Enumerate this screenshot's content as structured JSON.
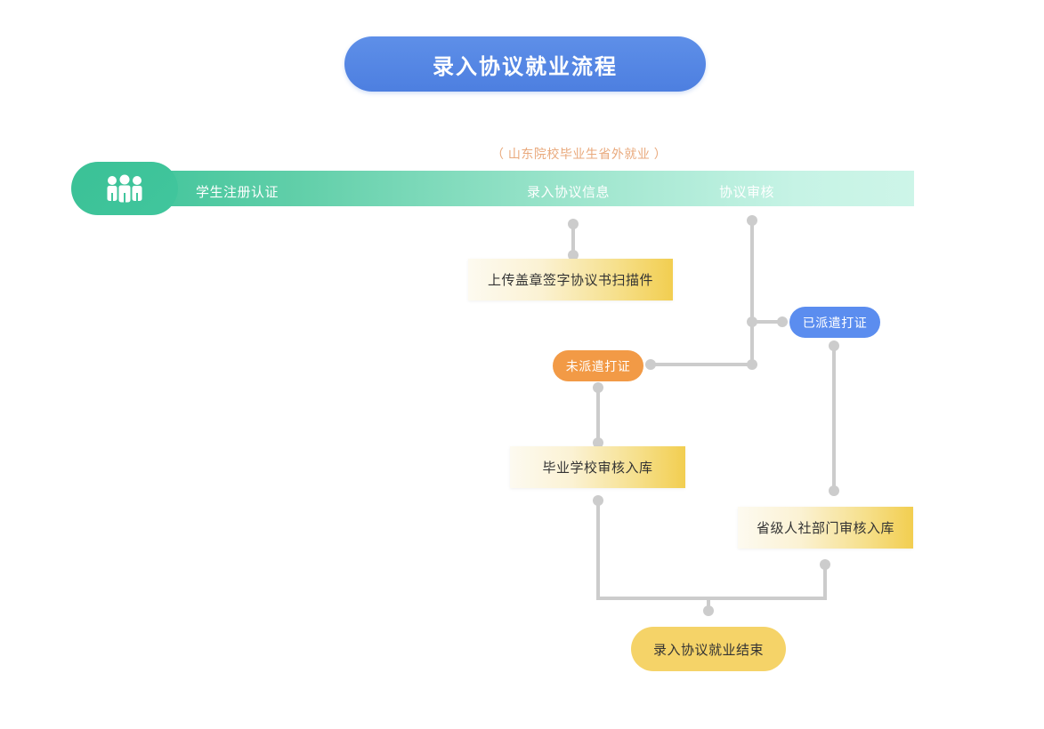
{
  "page": {
    "title_banner": "录入协议就业流程",
    "annotation": "（ 山东院校毕业生省外就业 ）"
  },
  "colors": {
    "title_blue": "#4d7fe0",
    "stage_green_start": "#3fc49a",
    "stage_green_end": "#cdf5e8",
    "annotation_orange": "#e9a97c",
    "box_gold": "#f2ce50",
    "box_cream": "#fdfaf0",
    "pill_orange": "#f29a46",
    "pill_blue": "#5b8def",
    "pill_yellow": "#f5d368",
    "connector_gray": "#cccccc",
    "text_dark": "#333333"
  },
  "stage_bar": {
    "icon": "people-group-icon",
    "stages": [
      {
        "label": "学生注册认证"
      },
      {
        "label": "录入协议信息"
      },
      {
        "label": "协议审核"
      }
    ]
  },
  "nodes": {
    "upload_scan": "上传盖章签字协议书扫描件",
    "not_dispatched": "未派遣打证",
    "dispatched": "已派遣打证",
    "school_review": "毕业学校审核入库",
    "province_review": "省级人社部门审核入库",
    "end": "录入协议就业结束"
  },
  "chart_data": {
    "type": "diagram",
    "title": "录入协议就业流程",
    "subtitle": "（ 山东院校毕业生省外就业 ）",
    "stages": [
      "学生注册认证",
      "录入协议信息",
      "协议审核"
    ],
    "nodes": [
      {
        "id": "upload_scan",
        "label": "上传盖章签字协议书扫描件",
        "shape": "rect",
        "style": "gold-gradient"
      },
      {
        "id": "not_dispatched",
        "label": "未派遣打证",
        "shape": "pill",
        "style": "orange"
      },
      {
        "id": "dispatched",
        "label": "已派遣打证",
        "shape": "pill",
        "style": "blue"
      },
      {
        "id": "school_review",
        "label": "毕业学校审核入库",
        "shape": "rect",
        "style": "gold-gradient"
      },
      {
        "id": "province_review",
        "label": "省级人社部门审核入库",
        "shape": "rect",
        "style": "gold-gradient"
      },
      {
        "id": "end",
        "label": "录入协议就业结束",
        "shape": "pill",
        "style": "yellow"
      }
    ],
    "edges": [
      {
        "from": "录入协议信息",
        "to": "上传盖章签字协议书扫描件"
      },
      {
        "from": "协议审核",
        "to": "已派遣打证"
      },
      {
        "from": "协议审核",
        "to": "未派遣打证"
      },
      {
        "from": "未派遣打证",
        "to": "毕业学校审核入库"
      },
      {
        "from": "已派遣打证",
        "to": "省级人社部门审核入库"
      },
      {
        "from": "毕业学校审核入库",
        "to": "录入协议就业结束"
      },
      {
        "from": "省级人社部门审核入库",
        "to": "录入协议就业结束"
      }
    ]
  }
}
